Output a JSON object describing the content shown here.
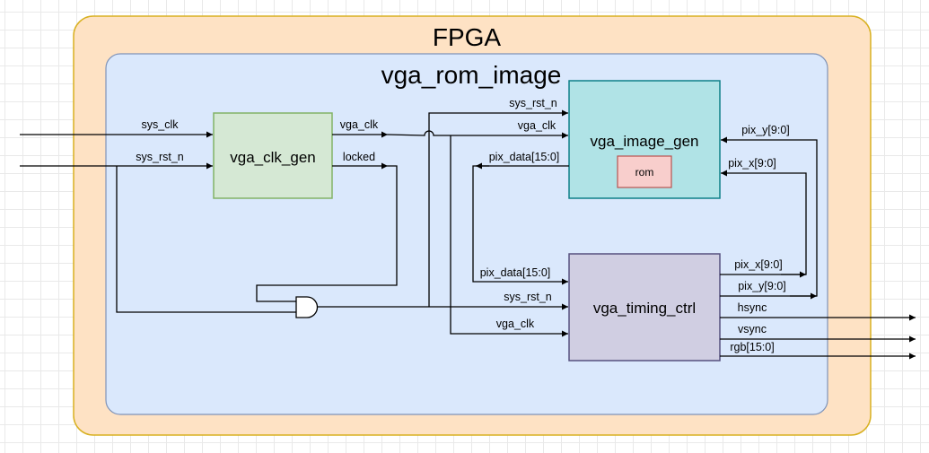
{
  "outer_title": "FPGA",
  "module_title": "vga_rom_image",
  "blocks": {
    "clk_gen": "vga_clk_gen",
    "image_gen": "vga_image_gen",
    "rom": "rom",
    "timing_ctrl": "vga_timing_ctrl"
  },
  "signals": {
    "sys_clk_in": "sys_clk",
    "sys_rst_n_in": "sys_rst_n",
    "clkgen_vga_clk": "vga_clk",
    "clkgen_locked": "locked",
    "img_sys_rst_n": "sys_rst_n",
    "img_vga_clk": "vga_clk",
    "img_pix_data": "pix_data[15:0]",
    "img_pix_y": "pix_y[9:0]",
    "img_pix_x": "pix_x[9:0]",
    "tim_pix_data": "pix_data[15:0]",
    "tim_sys_rst_n": "sys_rst_n",
    "tim_vga_clk": "vga_clk",
    "tim_pix_x": "pix_x[9:0]",
    "tim_pix_y": "pix_y[9:0]",
    "hsync": "hsync",
    "vsync": "vsync",
    "rgb": "rgb[15:0]"
  },
  "colors": {
    "fpga_fill": "#fee2c4",
    "fpga_stroke": "#d8b020",
    "module_fill": "#dae8fc",
    "module_stroke": "#7f93b8",
    "clk_gen_fill": "#d5e8d4",
    "clk_gen_stroke": "#82b366",
    "image_gen_fill": "#b0e3e6",
    "image_gen_stroke": "#0e8088",
    "rom_fill": "#f8cecc",
    "rom_stroke": "#b85450",
    "timing_fill": "#d0cee2",
    "timing_stroke": "#56517e"
  }
}
